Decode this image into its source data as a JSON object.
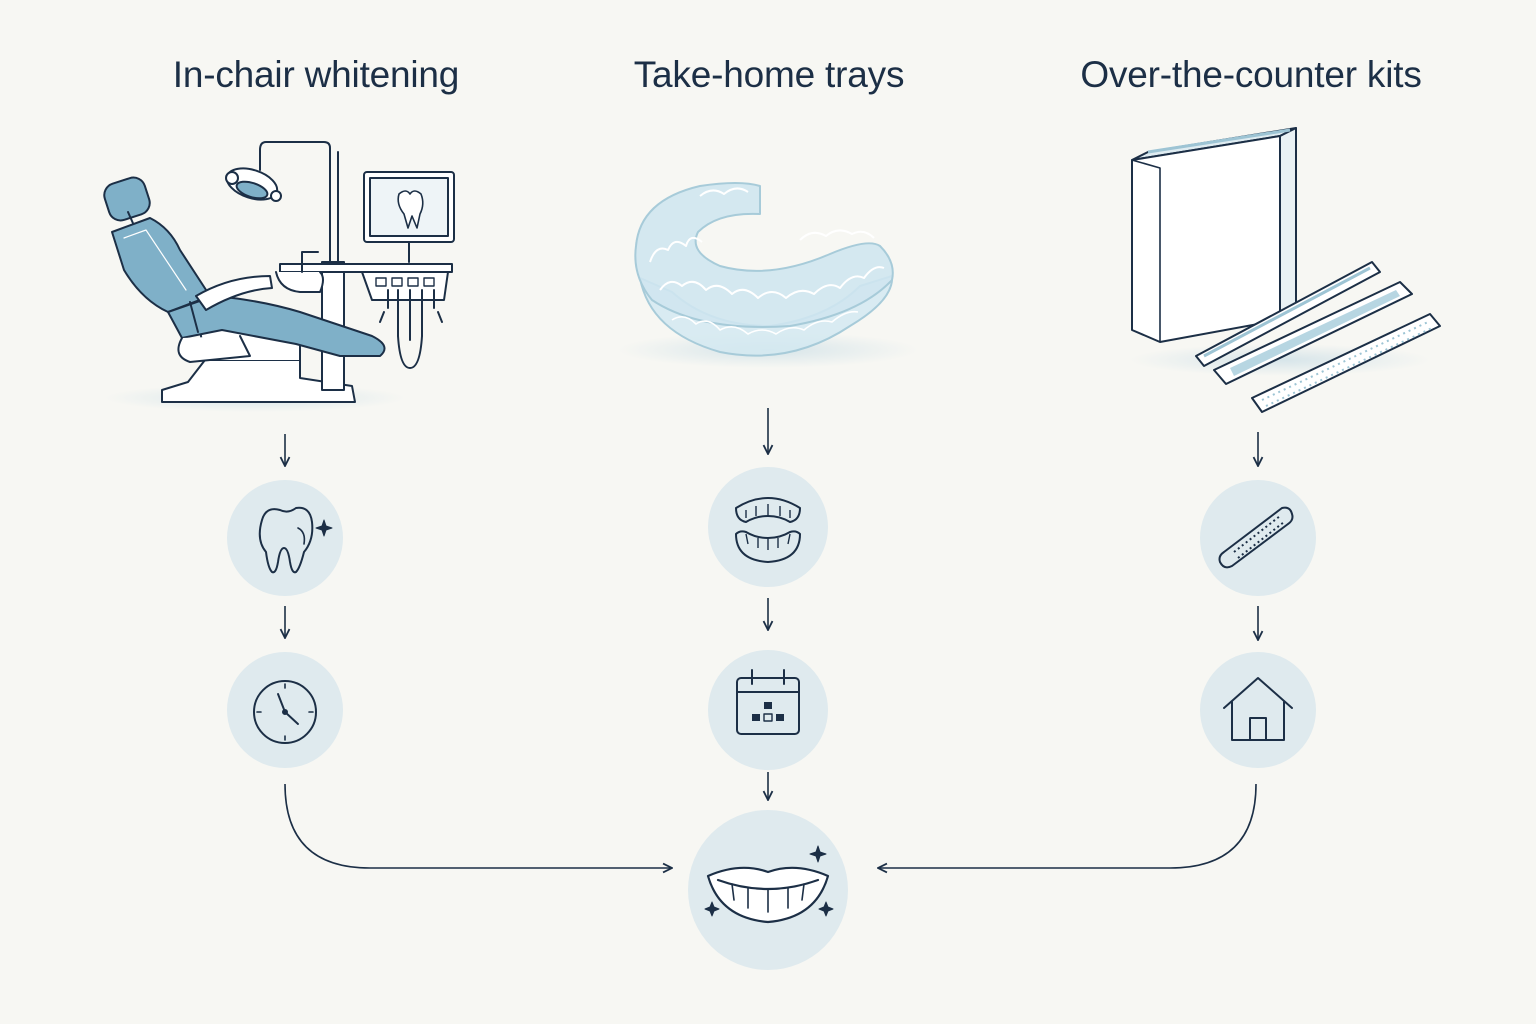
{
  "diagram": {
    "columns": [
      {
        "title": "In-chair whitening",
        "illustration": "dental-chair",
        "steps": [
          "tooth-sparkle-icon",
          "clock-icon"
        ]
      },
      {
        "title": "Take-home trays",
        "illustration": "clear-aligner-tray",
        "steps": [
          "dentures-icon",
          "calendar-icon"
        ]
      },
      {
        "title": "Over-the-counter kits",
        "illustration": "whitening-strips-box",
        "steps": [
          "strip-icon",
          "house-icon"
        ]
      }
    ],
    "outcome": "smile-sparkle-icon",
    "colors": {
      "background": "#f7f7f3",
      "ink": "#1c2f46",
      "accent": "#7fb0c8",
      "circle": "#dfeaee",
      "tray": "#cfe6ef"
    }
  }
}
